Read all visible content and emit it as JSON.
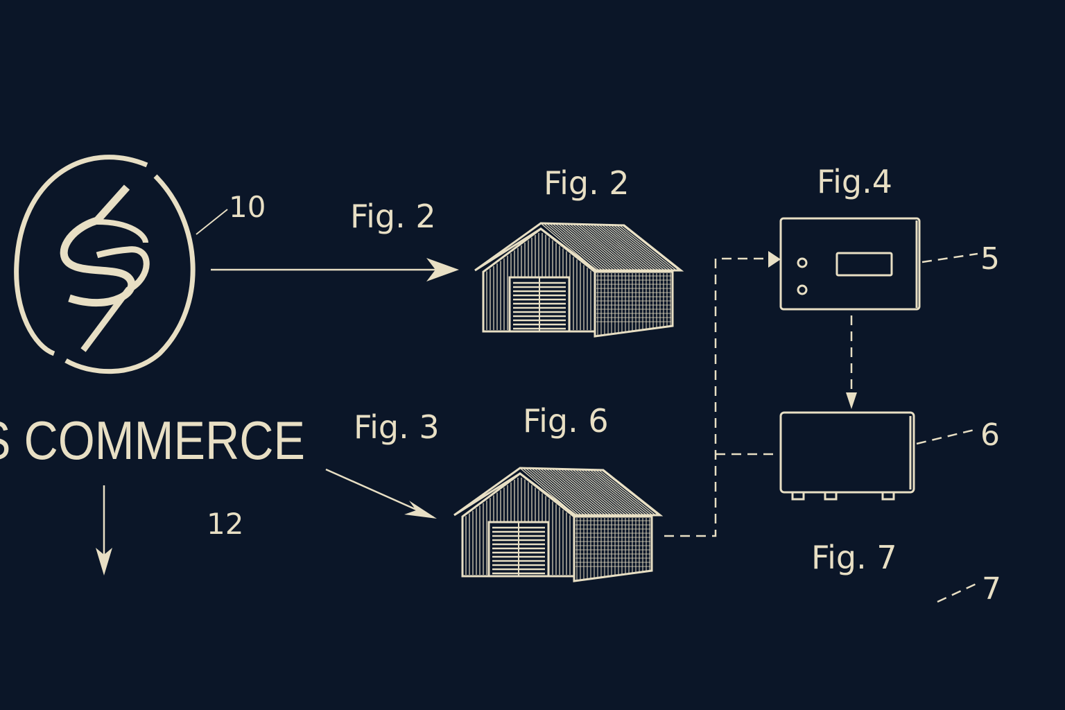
{
  "colors": {
    "background": "#0b1628",
    "ink": "#e8dfc4"
  },
  "logo": {
    "icon": "dollar-s-arrows-icon",
    "wordmark": "S COMMERCE"
  },
  "labels": {
    "ref_10": "10",
    "ref_12": "12",
    "ref_5": "5",
    "ref_6": "6",
    "ref_7": "7",
    "fig2_arrow": "Fig. 2",
    "fig2_warehouse": "Fig. 2",
    "fig3_arrow": "Fig. 3",
    "fig6_warehouse": "Fig. 6",
    "fig4_device": "Fig.4",
    "fig7": "Fig. 7"
  },
  "nodes": [
    {
      "id": "logo",
      "icon": "logo-icon"
    },
    {
      "id": "warehouse-1",
      "icon": "warehouse-icon"
    },
    {
      "id": "warehouse-2",
      "icon": "warehouse-icon"
    },
    {
      "id": "control-device",
      "icon": "control-panel-icon"
    },
    {
      "id": "hub-box",
      "icon": "box-device-icon"
    }
  ],
  "edges": [
    {
      "from": "logo",
      "to": "warehouse-1",
      "style": "solid"
    },
    {
      "from": "logo",
      "to": "warehouse-2",
      "style": "solid"
    },
    {
      "from": "warehouse-2",
      "to": "control-device",
      "style": "dashed"
    },
    {
      "from": "control-device",
      "to": "hub-box",
      "style": "dashed"
    },
    {
      "from": "hub-box",
      "to": "dashed-bus",
      "style": "dashed"
    }
  ]
}
